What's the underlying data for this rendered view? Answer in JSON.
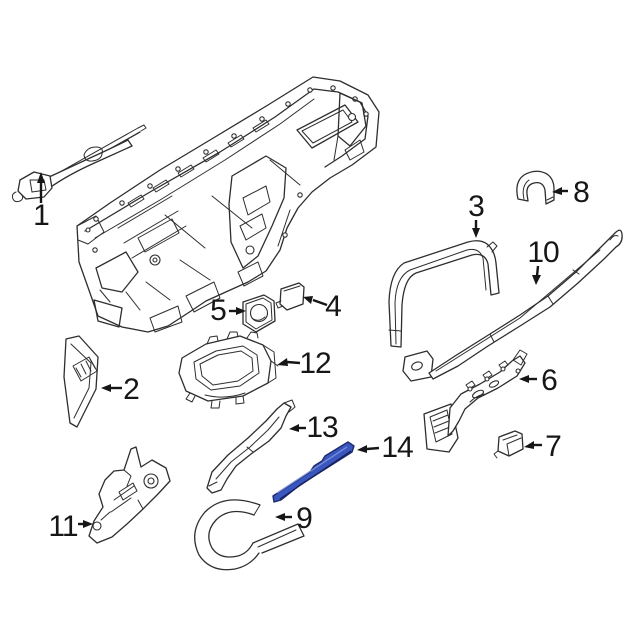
{
  "diagram": {
    "type": "exploded-parts-diagram",
    "subject": "instrument panel components",
    "background_color": "#ffffff",
    "line_color": "#2e2e2e",
    "text_color": "#161616",
    "highlighted_part": {
      "number": "14",
      "fill_color": "#3a57c0",
      "stroke_color": "#1d2b6e"
    },
    "callouts": [
      {
        "number": "1"
      },
      {
        "number": "2"
      },
      {
        "number": "3"
      },
      {
        "number": "4"
      },
      {
        "number": "5"
      },
      {
        "number": "6"
      },
      {
        "number": "7"
      },
      {
        "number": "8"
      },
      {
        "number": "9"
      },
      {
        "number": "10"
      },
      {
        "number": "11"
      },
      {
        "number": "12"
      },
      {
        "number": "13"
      },
      {
        "number": "14"
      }
    ]
  }
}
